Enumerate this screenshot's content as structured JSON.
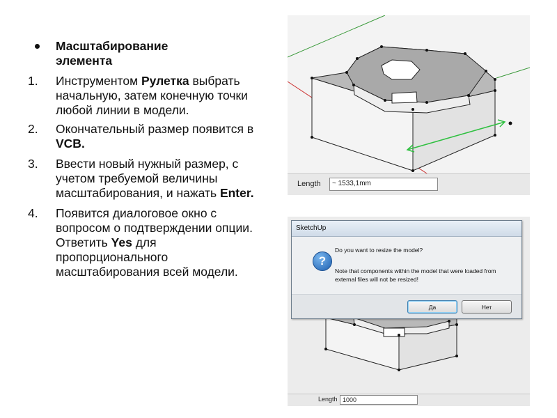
{
  "instructions": {
    "heading_line1": "Масштабирование",
    "heading_line2": "элемента",
    "step1_pre": "Инструментом ",
    "step1_bold": "Рулетка",
    "step1_post": " выбрать начальную, затем конечную точки любой линии в модели.",
    "step2_pre": "Окончательный размер появится в ",
    "step2_bold": "VCB.",
    "step3_pre": "Ввести новый нужный размер, с учетом требуемой величины масштабирования, и нажать ",
    "step3_bold": "Enter.",
    "step4_pre": "Появится диалоговое окно с вопросом о подтверждении опции. Ответить ",
    "step4_bold": "Yes",
    "step4_post": " для пропорционального масштабирования всей модели.",
    "markers": [
      "1.",
      "2.",
      "3.",
      "4."
    ]
  },
  "screenshot1": {
    "vcb_label": "Length",
    "vcb_value": "~ 1533,1mm"
  },
  "screenshot2": {
    "dialog_title": "SketchUp",
    "question": "Do you want to resize the model?",
    "note": "Note that components within the model that were loaded from external files will not be resized!",
    "yes_label": "Да",
    "no_label": "Нет",
    "vcb_label": "Length",
    "vcb_value": "1000"
  },
  "colors": {
    "axis_red": "#cc3333",
    "axis_green": "#3a9a3a",
    "dim_arrow": "#2fc040",
    "model_top": "#b4b4b4",
    "model_side": "#ececec"
  },
  "icons": [
    "question-icon"
  ]
}
